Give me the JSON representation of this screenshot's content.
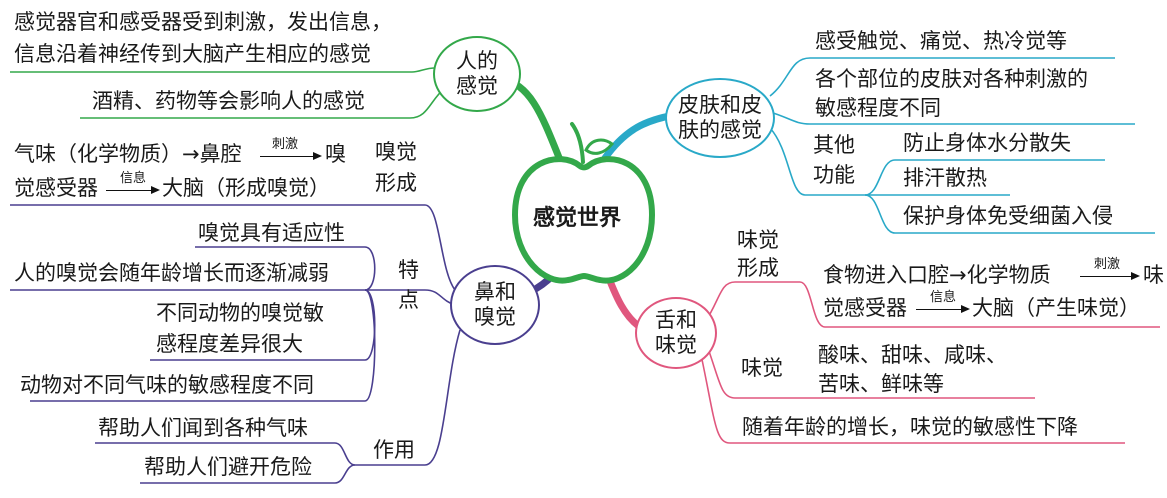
{
  "center": {
    "label": "感觉世界"
  },
  "colors": {
    "human": "#33a84a",
    "skin": "#29a9c8",
    "nose": "#4a3f8f",
    "tongue": "#e0577e"
  },
  "human": {
    "label_1": "人的",
    "label_2": "感觉",
    "desc_line_1": "感觉器官和感受器受到刺激，发出信息，",
    "desc_line_2": "信息沿着神经传到大脑产生相应的感觉",
    "affect": "酒精、药物等会影响人的感觉"
  },
  "skin": {
    "label_1": "皮肤和皮",
    "label_2": "肤的感觉",
    "sense": "感受触觉、痛觉、热冷觉等",
    "sensitivity_line_1": "各个部位的皮肤对各种刺激的",
    "sensitivity_line_2": "敏感程度不同",
    "other_1": "其他",
    "other_2": "功能",
    "functions": [
      "防止身体水分散失",
      "排汗散热",
      "保护身体免受细菌入侵"
    ]
  },
  "nose": {
    "label_1": "鼻和",
    "label_2": "嗅觉",
    "formation_1": "嗅觉",
    "formation_2": "形成",
    "path_line_1a": "气味（化学物质）→鼻腔",
    "path_line_1b": "嗅",
    "path_line_1_arrow": "刺激",
    "path_line_2a": "觉感受器",
    "path_line_2b": "大脑（形成嗅觉）",
    "path_line_2_arrow": "信息",
    "features_1": "特",
    "features_2": "点",
    "feature_items": [
      "嗅觉具有适应性",
      "人的嗅觉会随年龄增长而逐渐减弱",
      "不同动物的嗅觉敏",
      "感程度差异很大",
      "动物对不同气味的敏感程度不同"
    ],
    "role": "作用",
    "role_items": [
      "帮助人们闻到各种气味",
      "帮助人们避开危险"
    ]
  },
  "tongue": {
    "label_1": "舌和",
    "label_2": "味觉",
    "formation_1": "味觉",
    "formation_2": "形成",
    "path_line_1a": "食物进入口腔→化学物质",
    "path_line_1b": "味",
    "path_line_1_arrow": "刺激",
    "path_line_2a": "觉感受器",
    "path_line_2b": "大脑（产生味觉）",
    "path_line_2_arrow": "信息",
    "taste": "味觉",
    "taste_line_1": "酸味、甜味、咸味、",
    "taste_line_2": "苦味、鲜味等",
    "age": "随着年龄的增长，味觉的敏感性下降"
  }
}
